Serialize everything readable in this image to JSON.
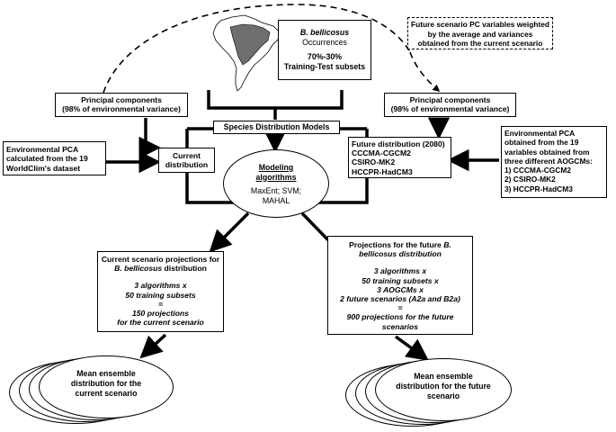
{
  "occurrences": {
    "line1_species": "B. bellicosus",
    "line2": "Occurrences",
    "line3": "70%-30%",
    "line4": "Training-Test subsets"
  },
  "future_note": {
    "line1": "Future scenario PC variables weighted",
    "line2": "by the average and variances",
    "line3": "obtained from the current scenario"
  },
  "pc_left": {
    "line1": "Principal components",
    "line2": "(98% of environmental variance)"
  },
  "pc_right": {
    "line1": "Principal components",
    "line2": "(98% of environmental variance)"
  },
  "sdm": {
    "label": "Species Distribution Models"
  },
  "env_pca_left": {
    "line1": "Environmental PCA",
    "line2": "calculated from the 19",
    "line3": "WorldClim's dataset"
  },
  "current_dist": {
    "line1": "Current",
    "line2": "distribution"
  },
  "future_dist": {
    "line1": "Future distribution (2080)",
    "line2": "CCCMA-CGCM2",
    "line3": "CSIRO-MK2",
    "line4": "HCCPR-HadCM3"
  },
  "env_pca_right": {
    "line1": "Environmental PCA",
    "line2": "obtained from the 19",
    "line3": "variables obtained from",
    "line4": "three different AOGCMs:",
    "line5": "1) CCCMA-CGCM2",
    "line6": "2) CSIRO-MK2",
    "line7": "3) HCCPR-HadCM3"
  },
  "modeling": {
    "title1": "Modeling",
    "title2": "algorithms",
    "algo1": "MaxEnt; SVM;",
    "algo2": "MAHAL"
  },
  "current_proj": {
    "h1": "Current scenario projections for",
    "h2_species": "B. bellicosus",
    "h2_rest": " distribution",
    "b1": "3 algorithms x",
    "b2": "50 training subsets",
    "b3": "=",
    "b4": "150 projections",
    "b5": "for the current scenario"
  },
  "future_proj": {
    "h1_pre": "Projections for the future ",
    "h1_species": "B.",
    "h2": "bellicosus distribution",
    "b1": "3 algorithms x",
    "b2": "50 training subsets x",
    "b3": "3 AOGCMs x",
    "b4": "2 future scenarios (A2a and B2a)",
    "b5": "=",
    "b6": "900 projections for the future",
    "b7": "scenarios"
  },
  "ensemble_current": {
    "line1": "Mean ensemble",
    "line2": "distribution for the",
    "line3": "current scenario"
  },
  "ensemble_future": {
    "line1": "Mean ensemble",
    "line2": "distribution for the future",
    "line3": "scenario"
  },
  "icons": [
    "south-america-map-icon",
    "arrow-icon"
  ],
  "colors": {
    "line": "#000000",
    "map_land": "#ffffff",
    "map_highlight": "#6e6e6e",
    "background": "#ffffff"
  }
}
